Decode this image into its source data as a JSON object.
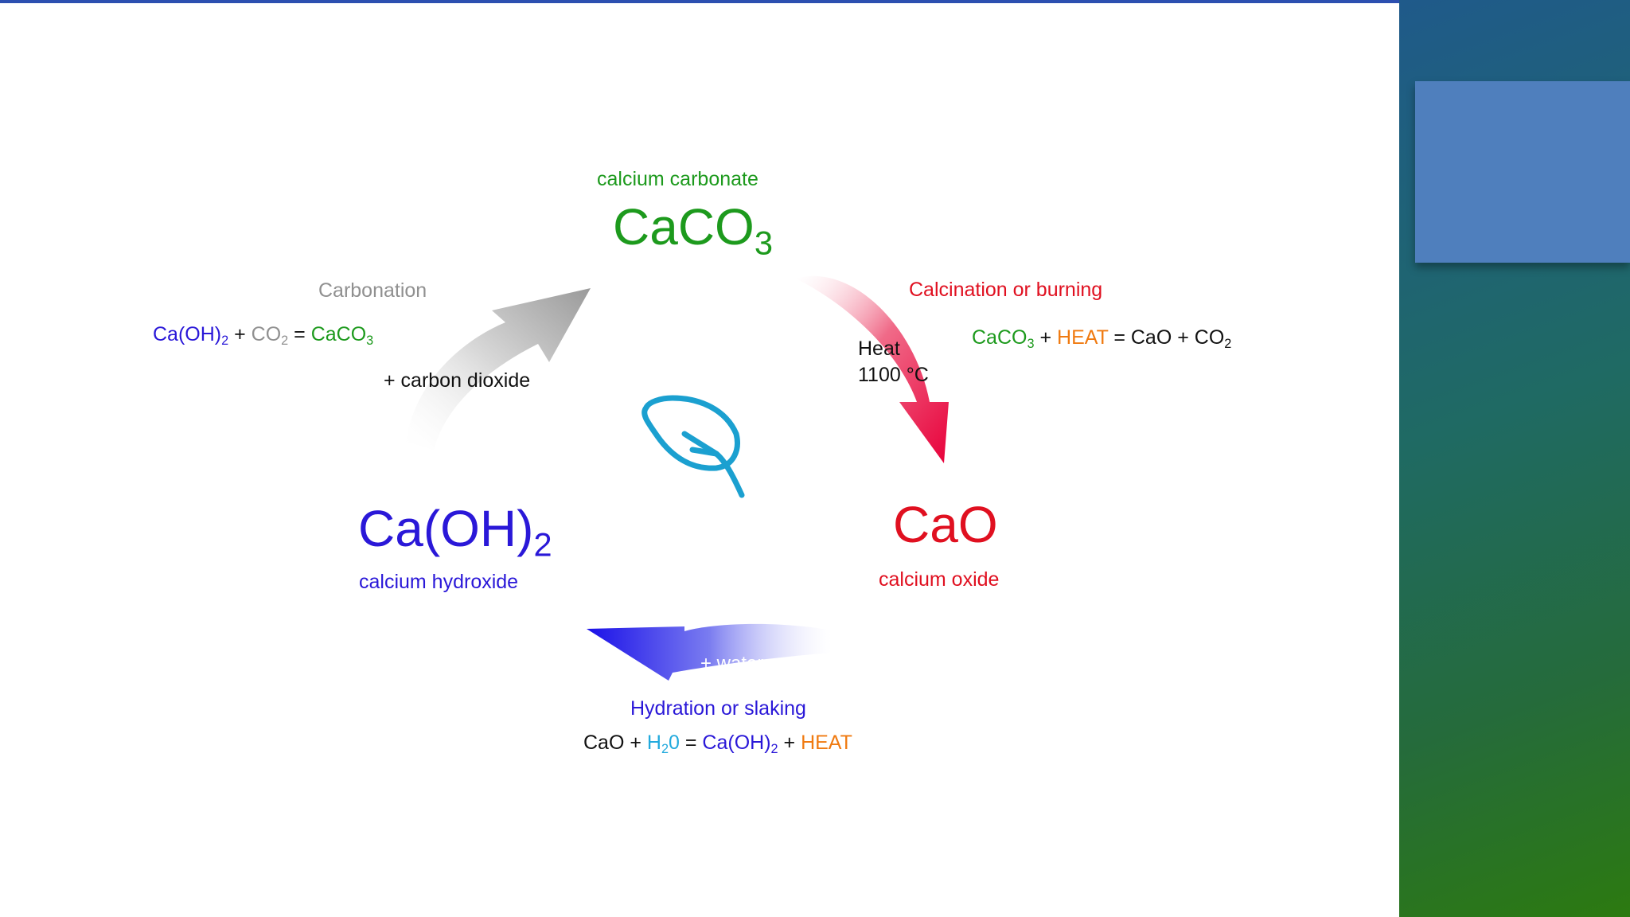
{
  "colors": {
    "green": "#1d9a1d",
    "red": "#e01020",
    "blue": "#2a18d8",
    "grey": "#909090",
    "orange": "#f07a10",
    "cyan": "#22aadd",
    "leaf": "#1ba0d0",
    "side_panel_top": "#1f5a8a",
    "side_panel_bottom": "#2c7a10",
    "side_box": "#4f7fbd"
  },
  "icon": "leaf-icon",
  "calcium_carbonate": {
    "name": "calcium carbonate",
    "formula_base": "CaCO",
    "formula_sub": "3"
  },
  "calcium_oxide": {
    "name": "calcium oxide",
    "formula": "CaO"
  },
  "calcium_hydroxide": {
    "name": "calcium hydroxide",
    "formula_base": "Ca(OH)",
    "formula_sub": "2"
  },
  "calcination": {
    "label": "Calcination or burning",
    "heat_label": "Heat",
    "temperature": "1100 °C",
    "equation": {
      "t1": "CaCO",
      "t1_sub": "3",
      "plus1": " + ",
      "t2": "HEAT",
      "rest": " = CaO + CO",
      "rest_sub": "2"
    }
  },
  "hydration": {
    "label": "Hydration or slaking",
    "arrow_label": "+ water",
    "equation": {
      "t1": "CaO + ",
      "t2_base": "H",
      "t2_sub": "2",
      "t2_end": "0",
      "eq": " = ",
      "t3": "Ca(OH)",
      "t3_sub": "2",
      "plus": " + ",
      "t4": "HEAT"
    }
  },
  "carbonation": {
    "label": "Carbonation",
    "arrow_label": "+ carbon dioxide",
    "equation": {
      "t1": "Ca(OH)",
      "t1_sub": "2",
      "plus": " + ",
      "t2": "CO",
      "t2_sub": "2",
      "eq": " = ",
      "t3": "CaCO",
      "t3_sub": "3"
    }
  }
}
